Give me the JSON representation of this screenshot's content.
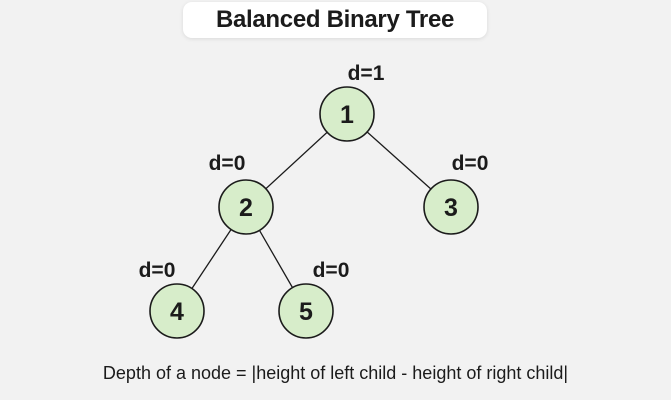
{
  "title": "Balanced Binary Tree",
  "caption": "Depth of a node = |height of left child - height of right child|",
  "colors": {
    "background": "#f2f2f2",
    "title_background": "#ffffff",
    "node_fill": "#d7edca",
    "node_stroke": "#1b1b1b",
    "text": "#1b1b1b"
  },
  "tree": {
    "nodes": [
      {
        "value": "1",
        "depth_label": "d=1"
      },
      {
        "value": "2",
        "depth_label": "d=0"
      },
      {
        "value": "3",
        "depth_label": "d=0"
      },
      {
        "value": "4",
        "depth_label": "d=0"
      },
      {
        "value": "5",
        "depth_label": "d=0"
      }
    ],
    "edges": [
      {
        "from": "1",
        "to": "2"
      },
      {
        "from": "1",
        "to": "3"
      },
      {
        "from": "2",
        "to": "4"
      },
      {
        "from": "2",
        "to": "5"
      }
    ]
  }
}
